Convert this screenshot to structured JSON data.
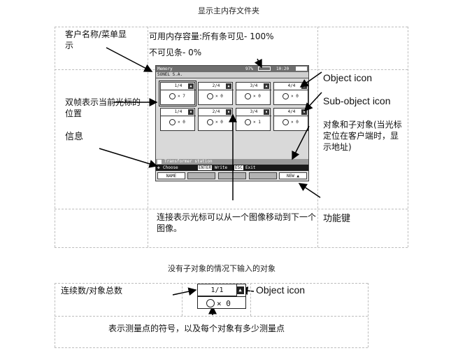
{
  "titles": {
    "main_folder": "显示主内存文件夹",
    "object_without_sub": "没有子对象的情况下输入的对象"
  },
  "labels": {
    "client_name_menu": "客户名称/菜单显示",
    "memory_info_line1": "可用内存容量:所有条可见- 100%",
    "memory_info_line2": "不可见条- 0%",
    "double_frame_cursor": "双帧表示当前光标的位置",
    "message": "信息",
    "object_icon": "Object icon",
    "subobject_icon": "Sub-object icon",
    "object_subobject_address": "对象和子对象(当光标定位在客户端时，显示地址)",
    "connect_cursor_move": "连接表示光标可以从一个图像移动到下一个图像。",
    "function_keys": "功能键",
    "serial_total": "连续数/对象总数",
    "object_icon_bottom": "Object icon",
    "measure_point_symbol": "表示测量点的符号，以及每个对象有多少测量点"
  },
  "device": {
    "title": "Memory",
    "battery_pct": "97%",
    "time": "10:20",
    "client": "SONEL S.A.",
    "message": "Transformer station",
    "hint_choose": "Choose",
    "hint_enter_key": "ENTER",
    "hint_write": "Write",
    "hint_esc_key": "ESC",
    "hint_exit": "Exit",
    "fkeys": [
      "NAME",
      "",
      "",
      "",
      "NEW"
    ],
    "row1": [
      {
        "order": "1/4",
        "count": "× 7",
        "icon": "obj"
      },
      {
        "order": "2/4",
        "count": "× 0",
        "icon": "obj"
      },
      {
        "order": "3/4",
        "count": "× 0",
        "icon": "obj"
      },
      {
        "order": "4/4",
        "count": "× 0",
        "icon": "obj"
      }
    ],
    "row2": [
      {
        "order": "1/4",
        "count": "× 0",
        "icon": "sub"
      },
      {
        "order": "2/4",
        "count": "× 0",
        "icon": "sub"
      },
      {
        "order": "3/4",
        "count": "× 1",
        "icon": "sub"
      },
      {
        "order": "4/4",
        "count": "× 0",
        "icon": "sub"
      }
    ]
  },
  "example_tile": {
    "order": "1/1",
    "count": "× 0"
  }
}
